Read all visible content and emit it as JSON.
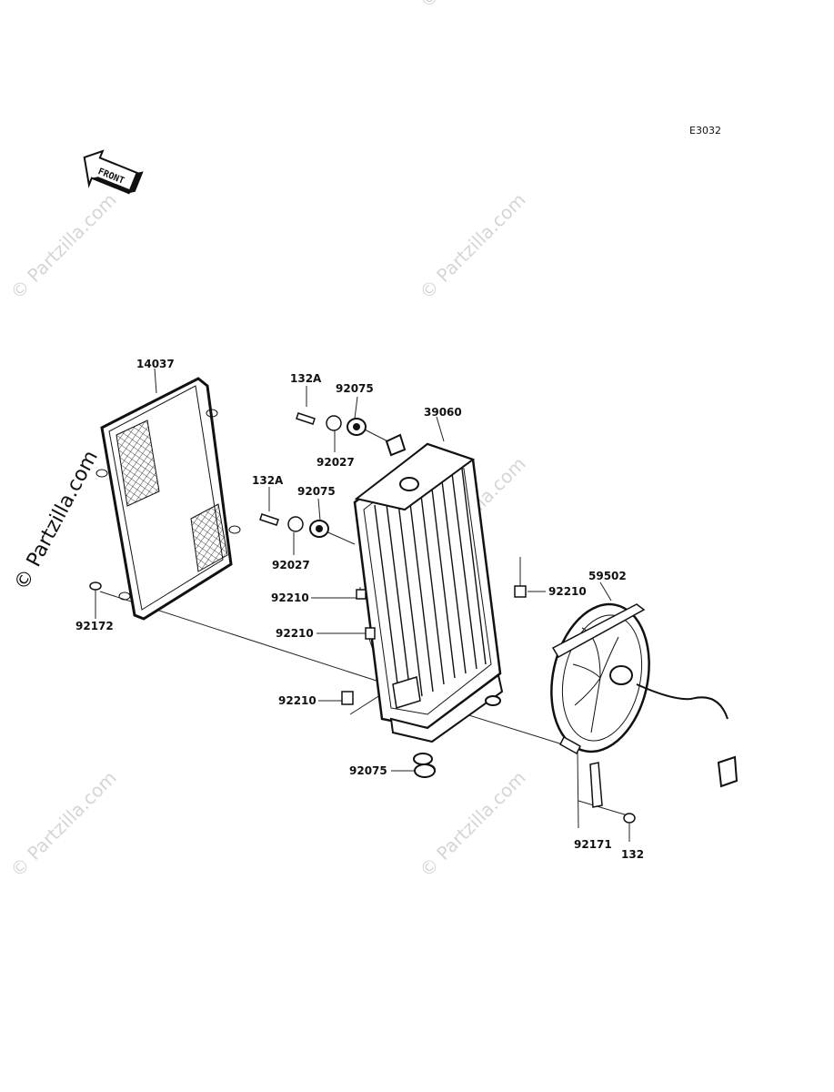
{
  "diagram_code": "E3032",
  "front_label": "FRONT",
  "watermark": "© Partzilla.com",
  "part_labels": {
    "p14037": "14037",
    "p132A_top": "132A",
    "p92075_top": "92075",
    "p39060": "39060",
    "p92027_top": "92027",
    "p132A_mid": "132A",
    "p92075_mid": "92075",
    "p92027_mid": "92027",
    "p92210_left1": "92210",
    "p92210_right": "92210",
    "p59502": "59502",
    "p92172": "92172",
    "p92210_left2": "92210",
    "p92210_left3": "92210",
    "p92075_bottom": "92075",
    "p92171": "92171",
    "p132": "132"
  }
}
